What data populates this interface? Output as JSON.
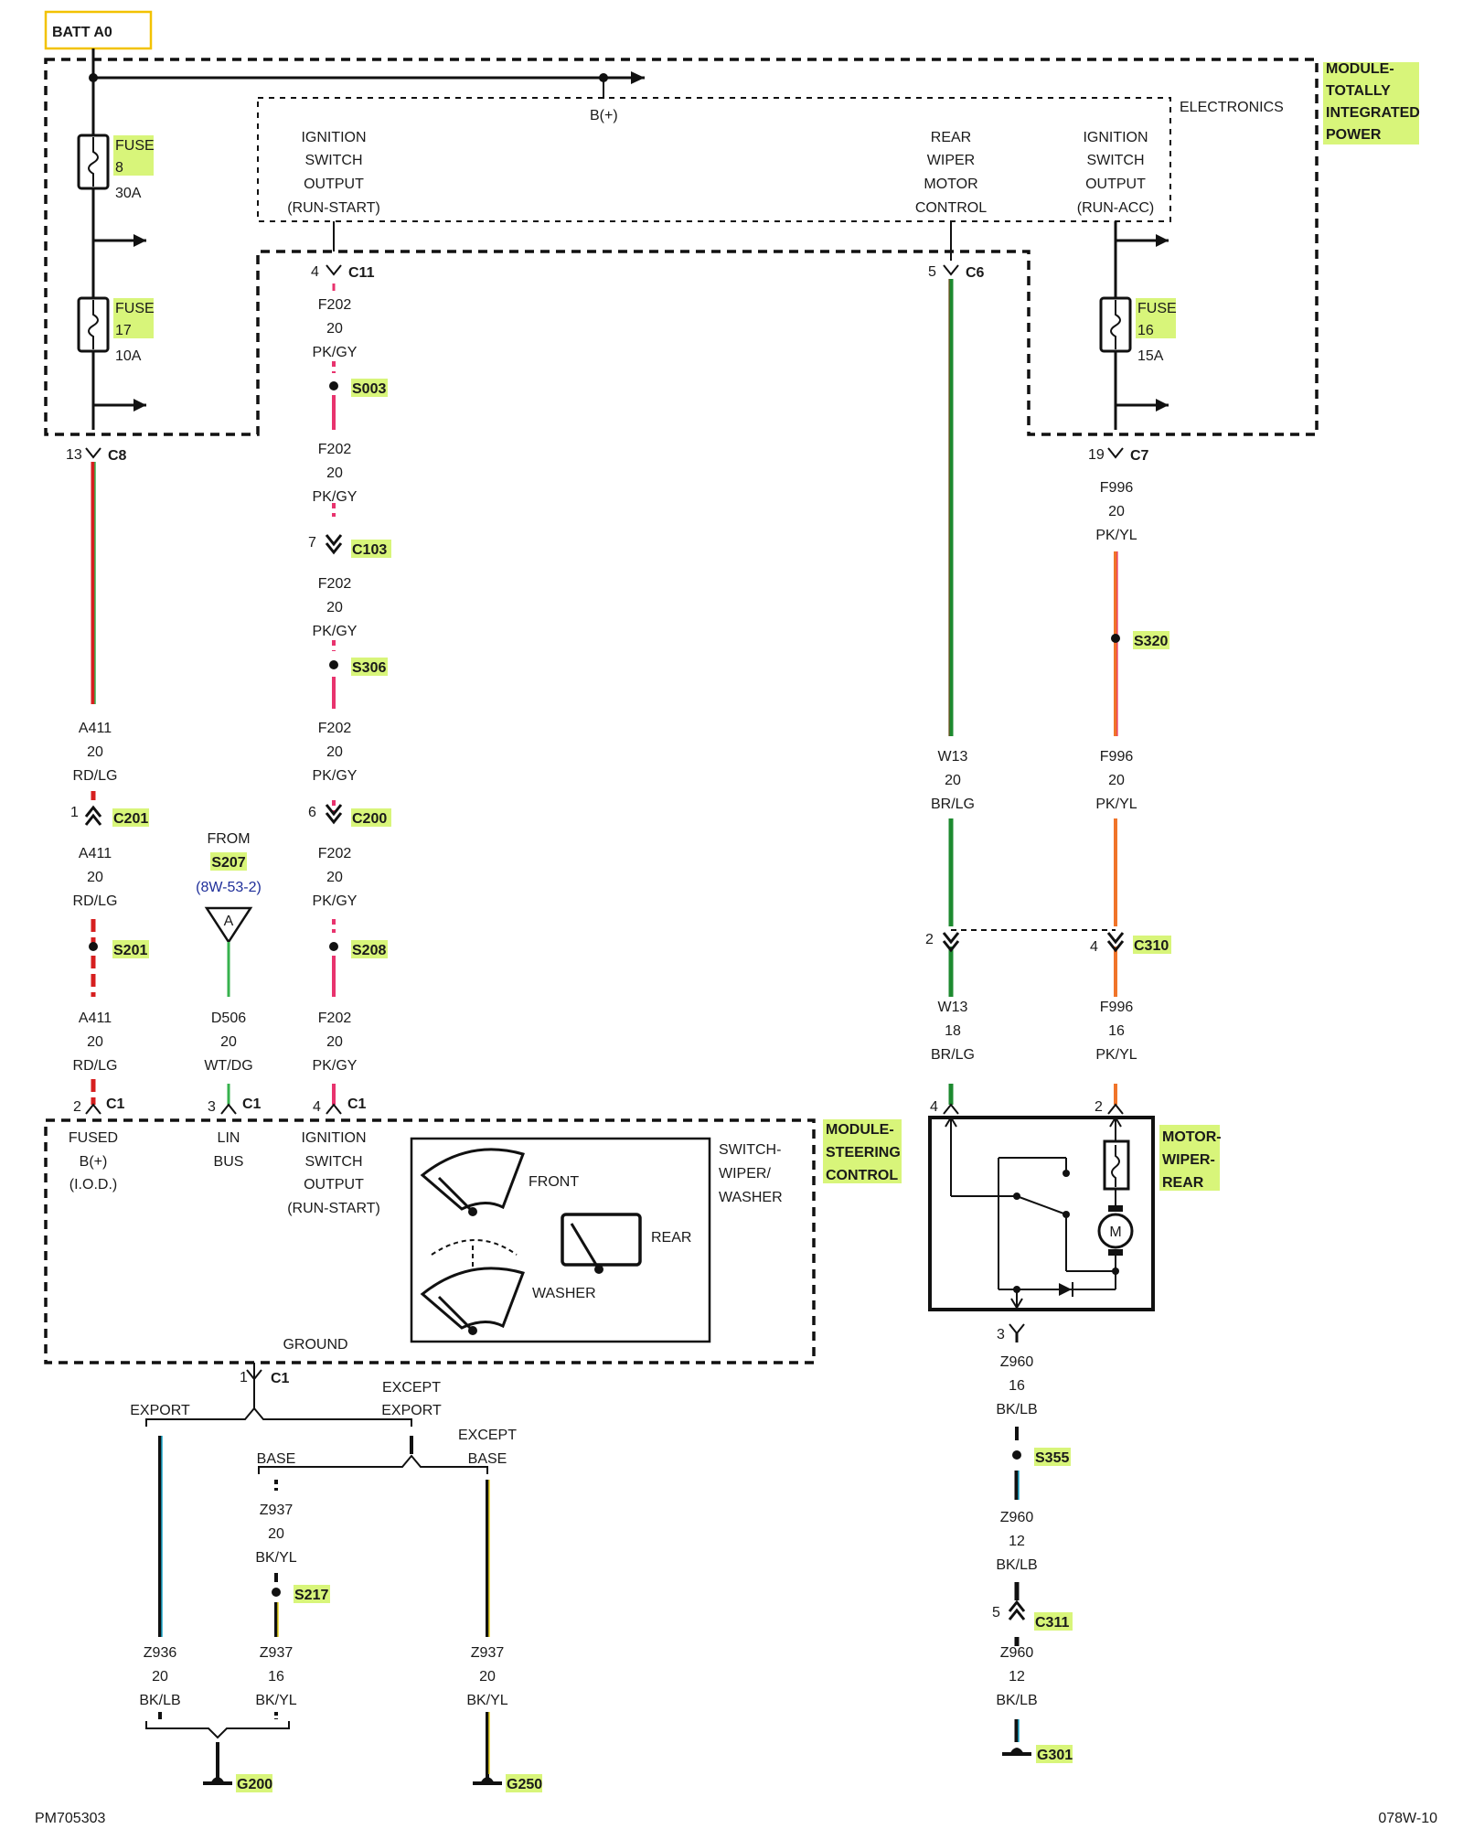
{
  "header": {
    "batt_label": "BATT A0"
  },
  "footer": {
    "left_code": "PM705303",
    "right_code": "078W-10"
  },
  "modules": {
    "tipm": {
      "name_lines": [
        "MODULE-",
        "TOTALLY",
        "INTEGRATED",
        "POWER"
      ],
      "sub_label": "ELECTRONICS",
      "bplus": "B(+)"
    },
    "steering": {
      "name_lines": [
        "MODULE-",
        "STEERING",
        "CONTROL"
      ]
    },
    "motor": {
      "name_lines": [
        "MOTOR-",
        "WIPER-",
        "REAR"
      ],
      "motor_symbol": "M"
    },
    "switch": {
      "name_lines": [
        "SWITCH-",
        "WIPER/",
        "WASHER"
      ],
      "front": "FRONT",
      "rear": "REAR",
      "washer": "WASHER",
      "ground": "GROUND"
    }
  },
  "pin_functions": {
    "ign_run_start": [
      "IGNITION",
      "SWITCH",
      "OUTPUT",
      "(RUN-START)"
    ],
    "rear_wiper": [
      "REAR",
      "WIPER",
      "MOTOR",
      "CONTROL"
    ],
    "ign_run_acc": [
      "IGNITION",
      "SWITCH",
      "OUTPUT",
      "(RUN-ACC)"
    ],
    "fused_bplus": [
      "FUSED",
      "B(+)",
      "(I.O.D.)"
    ],
    "lin_bus": [
      "LIN",
      "BUS"
    ],
    "ign_run_start_2": [
      "IGNITION",
      "SWITCH",
      "OUTPUT",
      "(RUN-START)"
    ]
  },
  "fuses": [
    {
      "label": "FUSE",
      "number": "8",
      "rating": "30A"
    },
    {
      "label": "FUSE",
      "number": "17",
      "rating": "10A"
    },
    {
      "label": "FUSE",
      "number": "16",
      "rating": "15A"
    }
  ],
  "connectors": {
    "c11": {
      "pin": "4",
      "name": "C11"
    },
    "c6": {
      "pin": "5",
      "name": "C6"
    },
    "c8": {
      "pin": "13",
      "name": "C8"
    },
    "c7": {
      "pin": "19",
      "name": "C7"
    },
    "c103": {
      "pin": "7",
      "name": "C103"
    },
    "c201": {
      "pin": "1",
      "name": "C201"
    },
    "c200": {
      "pin": "6",
      "name": "C200"
    },
    "c310a": {
      "pin": "2",
      "name": ""
    },
    "c310b": {
      "pin": "4",
      "name": "C310"
    },
    "c1a": {
      "pin": "2",
      "name": "C1"
    },
    "c1b": {
      "pin": "3",
      "name": "C1"
    },
    "c1c": {
      "pin": "4",
      "name": "C1"
    },
    "c1d": {
      "pin": "1",
      "name": "C1"
    },
    "m4": {
      "pin": "4",
      "name": ""
    },
    "m2": {
      "pin": "2",
      "name": ""
    },
    "m3": {
      "pin": "3",
      "name": ""
    },
    "c311": {
      "pin": "5",
      "name": "C311"
    }
  },
  "splices": [
    "S003",
    "S306",
    "S208",
    "S201",
    "S320",
    "S355",
    "S217"
  ],
  "wires": {
    "f202_1": [
      "F202",
      "20",
      "PK/GY"
    ],
    "f202_2": [
      "F202",
      "20",
      "PK/GY"
    ],
    "f202_3": [
      "F202",
      "20",
      "PK/GY"
    ],
    "f202_4": [
      "F202",
      "20",
      "PK/GY"
    ],
    "f202_5": [
      "F202",
      "20",
      "PK/GY"
    ],
    "f202_6": [
      "F202",
      "20",
      "PK/GY"
    ],
    "a411_1": [
      "A411",
      "20",
      "RD/LG"
    ],
    "a411_2": [
      "A411",
      "20",
      "RD/LG"
    ],
    "a411_3": [
      "A411",
      "20",
      "RD/LG"
    ],
    "d506": [
      "D506",
      "20",
      "WT/DG"
    ],
    "f996_1": [
      "F996",
      "20",
      "PK/YL"
    ],
    "f996_2": [
      "F996",
      "20",
      "PK/YL"
    ],
    "f996_3": [
      "F996",
      "16",
      "PK/YL"
    ],
    "w13_1": [
      "W13",
      "20",
      "BR/LG"
    ],
    "w13_2": [
      "W13",
      "18",
      "BR/LG"
    ],
    "z960_1": [
      "Z960",
      "16",
      "BK/LB"
    ],
    "z960_2": [
      "Z960",
      "12",
      "BK/LB"
    ],
    "z960_3": [
      "Z960",
      "12",
      "BK/LB"
    ],
    "z937_1": [
      "Z937",
      "20",
      "BK/YL"
    ],
    "z936": [
      "Z936",
      "20",
      "BK/LB"
    ],
    "z937_2": [
      "Z937",
      "16",
      "BK/YL"
    ],
    "z937_3": [
      "Z937",
      "20",
      "BK/YL"
    ]
  },
  "from_ref": {
    "from": "FROM",
    "splice": "S207",
    "page": "(8W-53-2)",
    "tag": "A"
  },
  "options": {
    "export": "EXPORT",
    "except_export": [
      "EXCEPT",
      "EXPORT"
    ],
    "base": "BASE",
    "except_base": [
      "EXCEPT",
      "BASE"
    ]
  },
  "grounds": {
    "g200": "G200",
    "g250": "G250",
    "g301": "G301"
  },
  "colors": {
    "pink": "#e8336e",
    "red": "#d61f1f",
    "light_green": "#37b24d",
    "green": "#1d8a2f",
    "orange": "#f0742a",
    "black": "#111111",
    "light_blue": "#1aa6c9",
    "yellow": "#e8d21e",
    "highlight": "#d8f57a"
  }
}
